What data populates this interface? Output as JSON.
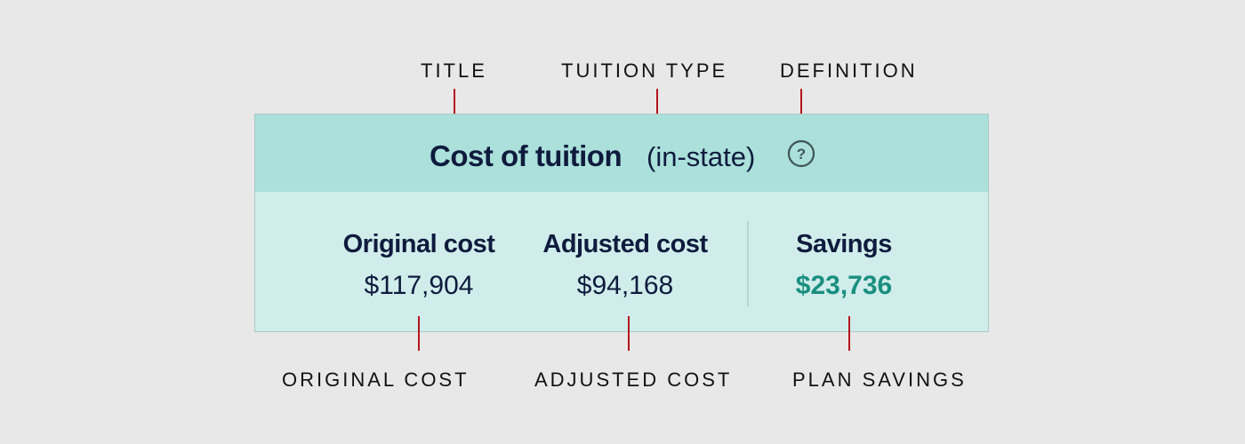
{
  "annotations": {
    "title": "TITLE",
    "tuition_type": "TUITION TYPE",
    "definition": "DEFINITION",
    "original_cost": "ORIGINAL COST",
    "adjusted_cost": "ADJUSTED COST",
    "plan_savings": "PLAN SAVINGS"
  },
  "card": {
    "title": "Cost of tuition",
    "tuition_type": "(in-state)",
    "help_icon": "question-circle-icon",
    "columns": {
      "original": {
        "label": "Original cost",
        "value": "$117,904"
      },
      "adjusted": {
        "label": "Adjusted cost",
        "value": "$94,168"
      },
      "savings": {
        "label": "Savings",
        "value": "$23,736"
      }
    }
  },
  "colors": {
    "background": "#e8e8e8",
    "header_bg": "#abe0db",
    "body_bg": "#d0edeb",
    "text": "#0f1b3d",
    "savings_text": "#1a8f80",
    "tick": "#b5141c"
  }
}
